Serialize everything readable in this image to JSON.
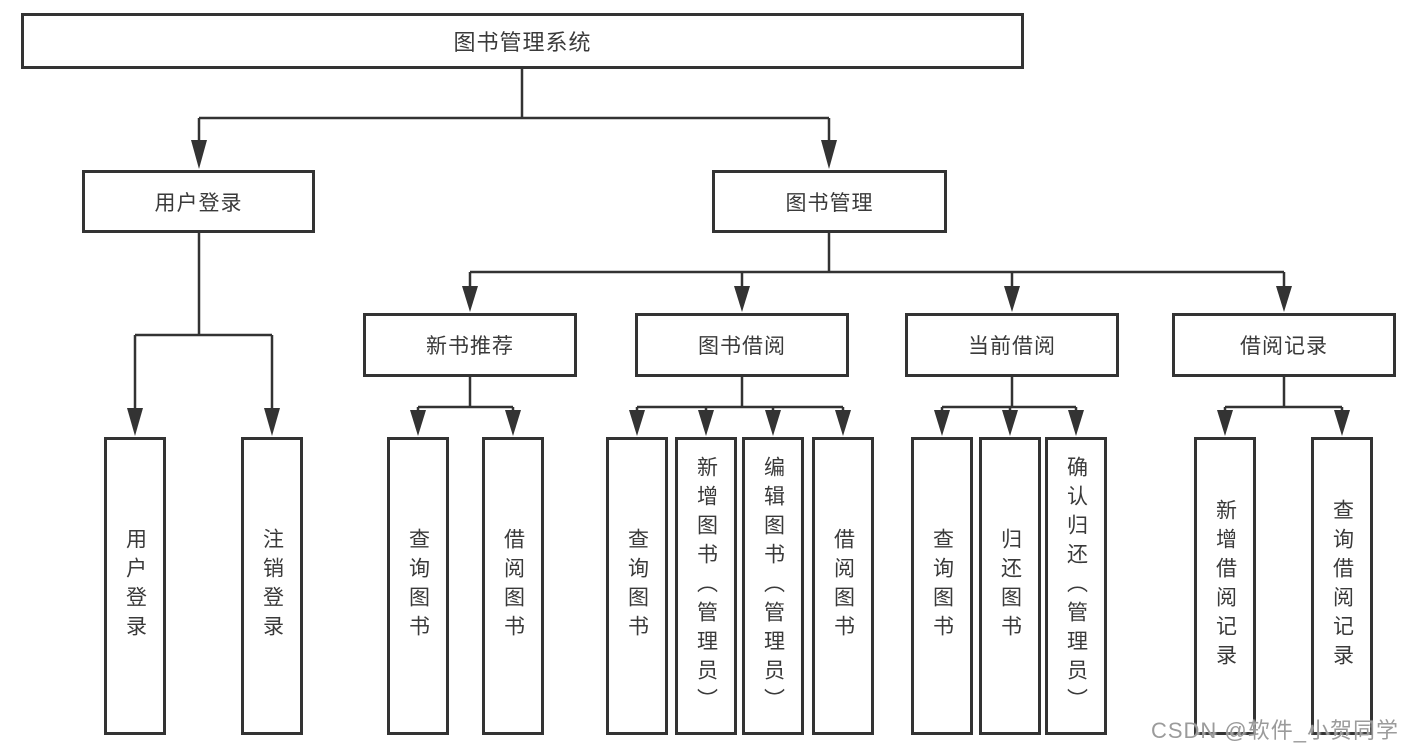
{
  "diagram": {
    "root": {
      "label": "图书管理系统"
    },
    "branches": [
      {
        "label": "用户登录",
        "children": [
          "用户登录",
          "注销登录"
        ]
      },
      {
        "label": "图书管理",
        "groups": [
          {
            "label": "新书推荐",
            "children": [
              "查询图书",
              "借阅图书"
            ]
          },
          {
            "label": "图书借阅",
            "children": [
              "查询图书",
              "新增图书（管理员）",
              "编辑图书（管理员）",
              "借阅图书"
            ]
          },
          {
            "label": "当前借阅",
            "children": [
              "查询图书",
              "归还图书",
              "确认归还（管理员）"
            ]
          },
          {
            "label": "借阅记录",
            "children": [
              "新增借阅记录",
              "查询借阅记录"
            ]
          }
        ]
      }
    ],
    "watermark": "CSDN @软件_小贺同学",
    "colors": {
      "line": "#333333",
      "text": "#3a3a3a",
      "background": "#ffffff",
      "watermark": "#9b9b9b"
    }
  }
}
